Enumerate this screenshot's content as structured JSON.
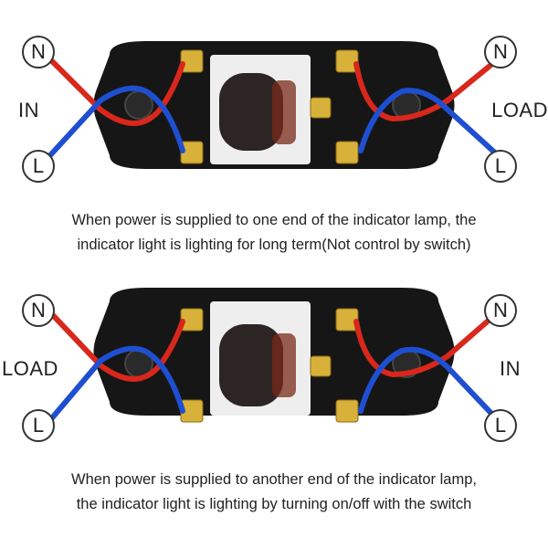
{
  "panels": [
    {
      "id": "top",
      "left_label": "IN",
      "right_label": "LOAD",
      "node_n": "N",
      "node_l": "L",
      "caption_line1": "When power is supplied to one end of the indicator lamp, the",
      "caption_line2": "indicator light is lighting for long term(Not control by switch)"
    },
    {
      "id": "bottom",
      "left_label": "LOAD",
      "right_label": "IN",
      "node_n": "N",
      "node_l": "L",
      "caption_line1": "When power is supplied to another end of the indicator lamp,",
      "caption_line2": "the indicator light is lighting by turning on/off with the switch"
    }
  ],
  "colors": {
    "neutral_wire": "#d9271c",
    "live_wire": "#1f4fd1",
    "housing": "#161616",
    "terminal": "#d8b13a"
  }
}
